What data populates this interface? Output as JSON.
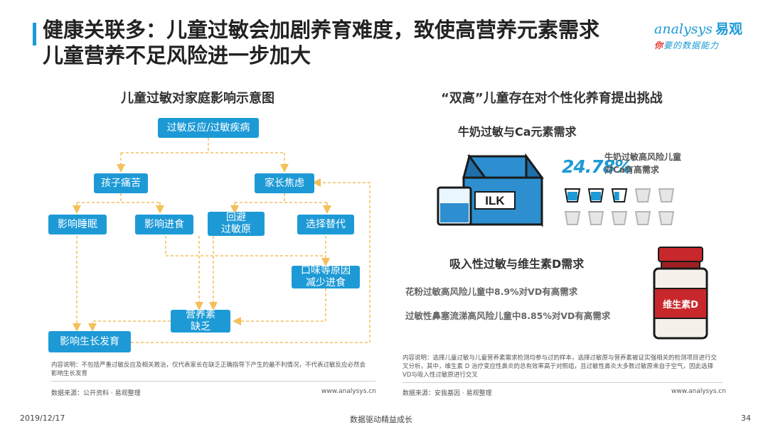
{
  "title": {
    "line1": "健康关联多：儿童过敏会加剧养育难度，致使高营养元素需求",
    "line2": "儿童营养不足风险进一步加大"
  },
  "logo": {
    "brand_en": "analysys",
    "brand_cn": "易观",
    "slogan_a": "你",
    "slogan_b": "要的数据能力"
  },
  "left": {
    "heading": "儿童过敏对家庭影响示意图",
    "nodes": {
      "root": "过敏反应/过敏疾病",
      "child_pain": "孩子痛苦",
      "parent_anxiety": "家长焦虑",
      "sleep": "影响睡眠",
      "eating": "影响进食",
      "avoid": "回避\n过敏原",
      "substitute": "选择替代",
      "taste": "口味等原因\n减少进食",
      "nutrition": "营养素\n缺乏",
      "growth": "影响生长发育"
    },
    "note": "内容说明：不包括严重过敏反应及相关救治，仅代表家长在缺乏正确指导下产生的最不利情况，不代表过敏反应必然会影响生长发育",
    "source": "数据来源：公开资料 · 易观整理",
    "site": "www.analysys.cn"
  },
  "right": {
    "heading": "“双高”儿童存在对个性化养育提出挑战",
    "milk_heading": "牛奶过敏与Ca元素需求",
    "milk_label": "ILK",
    "milk_pct": "24.78%",
    "milk_desc_1": "牛奶过敏高风险儿童",
    "milk_desc_2": "对Ca有高需求",
    "milk_fill_fraction": 0.2478,
    "vd_heading": "吸入性过敏与维生素D需求",
    "vd_line_1": "花粉过敏高风险儿童中8.9%对VD有高需求",
    "vd_line_2": "过敏性鼻塞流涕高风险儿童中8.85%对VD有高需求",
    "bottle_label": "维生素D",
    "note": "内容说明：选择儿童过敏与儿童营养素需求检测均参与过的样本，选择过敏原与营养素被证实强相关的检测项目进行交叉分析，其中，维生素 D 治疗变应性鼻炎的总有效率高于对照组，且过敏性鼻炎大多数过敏原来自于空气，因此选择VD与吸入性过敏原进行交叉",
    "source": "数据来源：安我基因 · 易观整理",
    "site": "www.analysys.cn"
  },
  "footer": {
    "date": "2019/12/17",
    "slogan": "数据驱动精益成长",
    "page": "34"
  },
  "colors": {
    "accent": "#1d9ad6",
    "arrow": "#f3c05a",
    "bottle_red": "#c8282c"
  }
}
